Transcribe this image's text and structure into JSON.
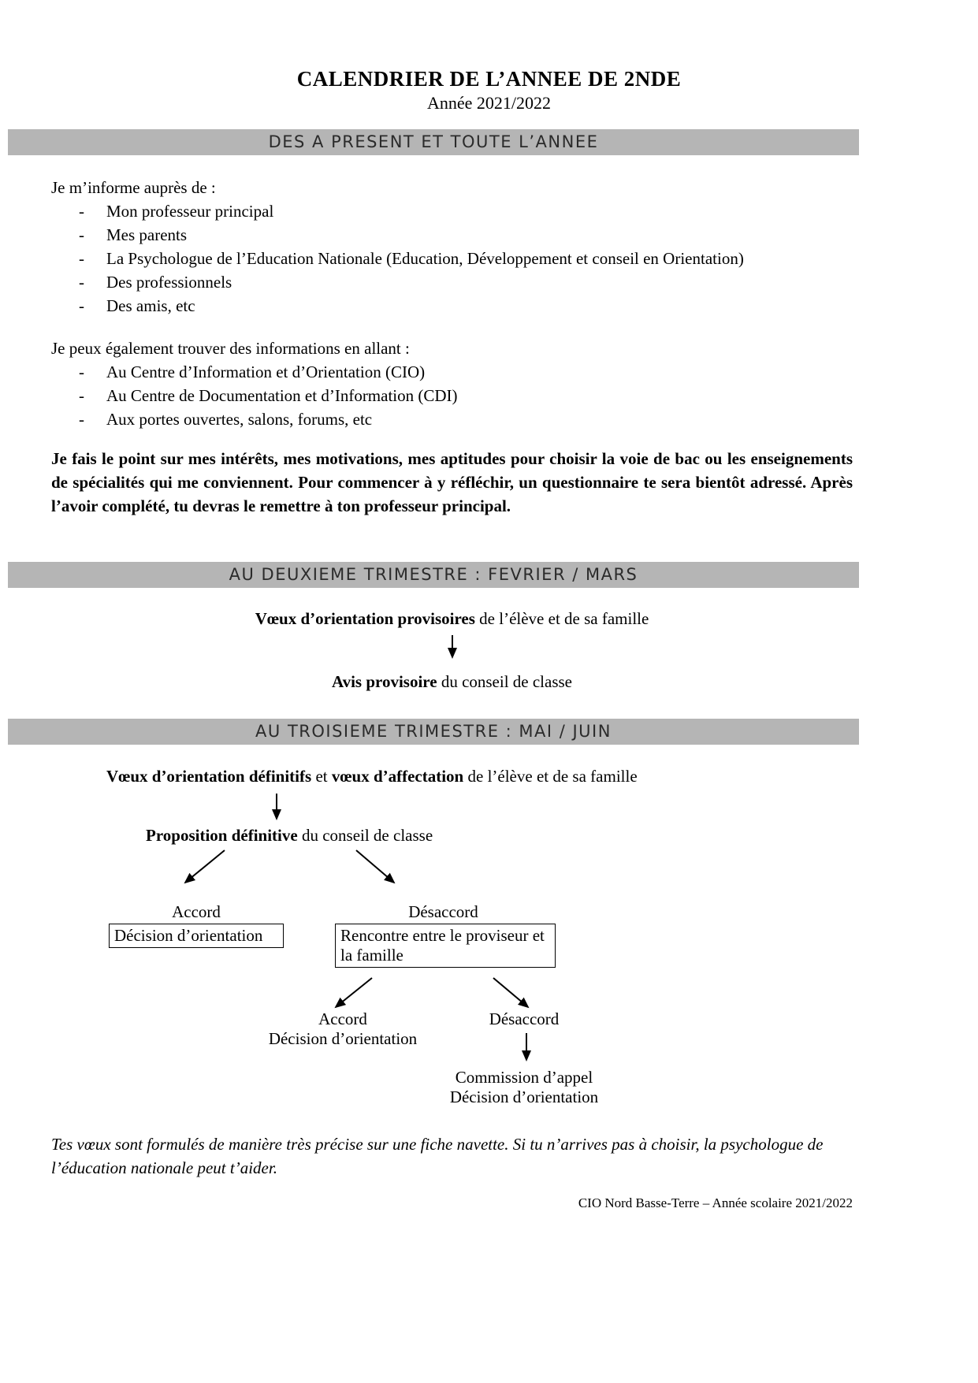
{
  "colors": {
    "banner_bg": "#b5b5b5",
    "banner_text": "#2b2b2b"
  },
  "bullets": {
    "dash": "-"
  },
  "header": {
    "title": "CALENDRIER DE L’ANNEE DE 2NDE",
    "subtitle": "Année 2021/2022"
  },
  "section_now": {
    "banner": "DES A PRESENT ET TOUTE L’ANNEE",
    "intro1": "Je m’informe auprès de :",
    "list1": [
      "Mon professeur principal",
      "Mes parents",
      "La Psychologue de l’Education Nationale (Education, Développement et conseil en Orientation)",
      "Des professionnels",
      "Des amis, etc"
    ],
    "intro2": "Je peux également trouver des informations en allant :",
    "list2": [
      "Au Centre d’Information et d’Orientation (CIO)",
      "Au Centre de Documentation et d’Information (CDI)",
      "Aux portes ouvertes, salons, forums, etc"
    ],
    "bold_paragraph": "Je fais le point sur mes intérêts, mes motivations, mes aptitudes pour choisir la voie de bac ou les enseignements de spécialités qui me conviennent. Pour commencer à y réfléchir, un questionnaire te sera bientôt adressé. Après l’avoir complété, tu devras le remettre à ton professeur principal."
  },
  "section_trim2": {
    "banner": "AU DEUXIEME TRIMESTRE : FEVRIER / MARS",
    "voeux_bold": "Vœux d’orientation provisoires",
    "voeux_rest": " de l’élève et de sa famille",
    "avis_bold": "Avis provisoire",
    "avis_rest": " du conseil de classe"
  },
  "section_trim3": {
    "banner": "AU TROISIEME TRIMESTRE : MAI / JUIN",
    "voeux_bold1": "Vœux d’orientation définitifs",
    "voeux_mid": " et ",
    "voeux_bold2": "vœux d’affectation",
    "voeux_rest": " de l’élève et de sa famille",
    "proposition_bold": "Proposition définitive",
    "proposition_rest": " du conseil de classe",
    "branch_accord": {
      "label": "Accord",
      "box": "Décision d’orientation"
    },
    "branch_desaccord": {
      "label": "Désaccord",
      "box": "Rencontre entre le proviseur et la famille",
      "sub_accord_label": "Accord",
      "sub_accord_result": "Décision d’orientation",
      "sub_desaccord_label": "Désaccord",
      "commission_line1": "Commission d’appel",
      "commission_line2": "Décision d’orientation"
    }
  },
  "footer": {
    "note": "Tes vœux sont formulés de manière très précise sur une fiche navette. Si tu n’arrives pas à choisir, la psychologue de l’éducation nationale peut t’aider.",
    "credit": "CIO Nord Basse-Terre  – Année scolaire 2021/2022"
  }
}
